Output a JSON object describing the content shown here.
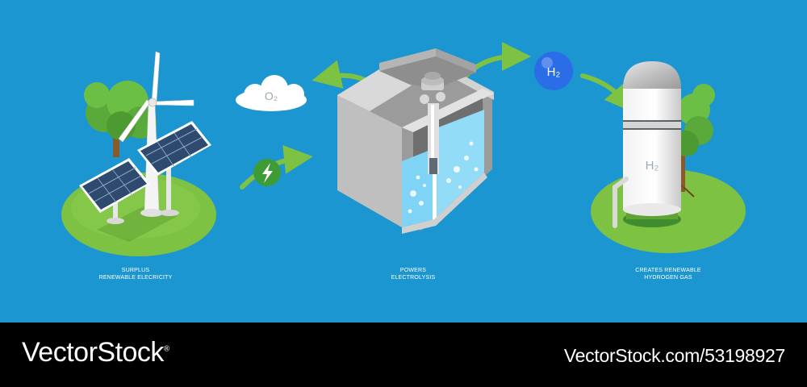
{
  "steps": [
    {
      "line1": "SURPLUS",
      "line2": "RENEWABLE ELECRICITY"
    },
    {
      "line1": "POWERS",
      "line2": "ELECTROLYSIS"
    },
    {
      "line1": "CREATES RENEWABLE",
      "line2": "HYDROGEN GAS"
    }
  ],
  "labels": {
    "oxygen": "O₂",
    "hydrogen_bubble": "H₂",
    "hydrogen_tank": "H₂"
  },
  "footer": {
    "brand": "VectorStock",
    "brand_mark": "®",
    "image_id": "VectorStock.com/53198927"
  },
  "colors": {
    "background": "#1c96d0",
    "grass": "#7dc242",
    "arrow": "#7dc242",
    "water": "#7fd3f5",
    "hydrogen_bubble": "#2a6de6",
    "footer": "#000000"
  },
  "icons": [
    "lightning-icon"
  ]
}
